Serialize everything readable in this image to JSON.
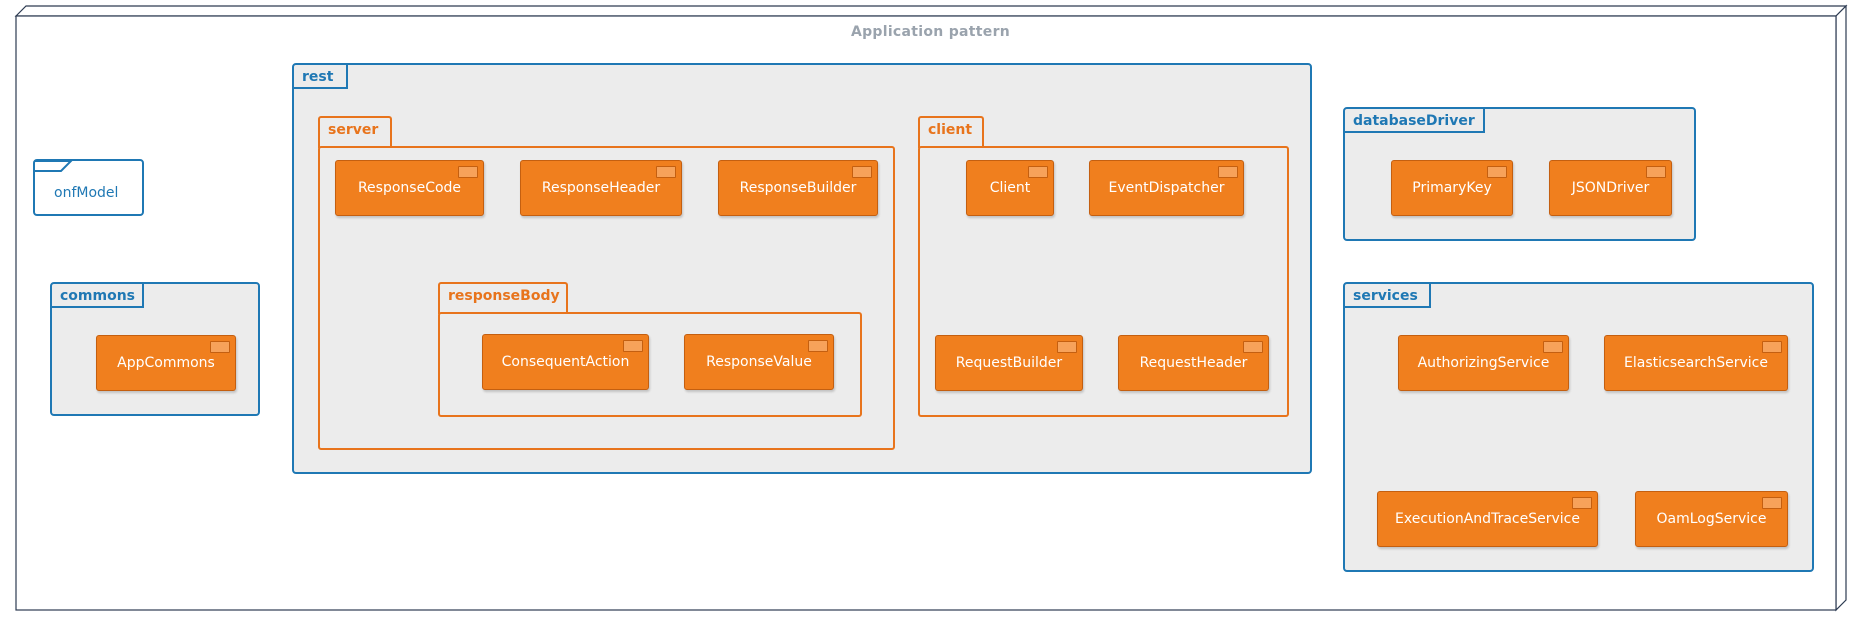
{
  "diagram": {
    "title": "Application pattern",
    "onfModel": "onfModel",
    "commons": {
      "label": "commons",
      "components": [
        "AppCommons"
      ]
    },
    "rest": {
      "label": "rest",
      "server": {
        "label": "server",
        "components": [
          "ResponseCode",
          "ResponseHeader",
          "ResponseBuilder"
        ],
        "responseBody": {
          "label": "responseBody",
          "components": [
            "ConsequentAction",
            "ResponseValue"
          ]
        }
      },
      "client": {
        "label": "client",
        "components": [
          "Client",
          "EventDispatcher",
          "RequestBuilder",
          "RequestHeader"
        ]
      }
    },
    "databaseDriver": {
      "label": "databaseDriver",
      "components": [
        "PrimaryKey",
        "JSONDriver"
      ]
    },
    "services": {
      "label": "services",
      "components": [
        "AuthorizingService",
        "ElasticsearchService",
        "ExecutionAndTraceService",
        "OamLogService"
      ]
    }
  },
  "colors": {
    "package_border": "#1f78b4",
    "subpackage_border": "#e8741c",
    "component_fill": "#f07f1e",
    "package_fill": "#ececec"
  }
}
